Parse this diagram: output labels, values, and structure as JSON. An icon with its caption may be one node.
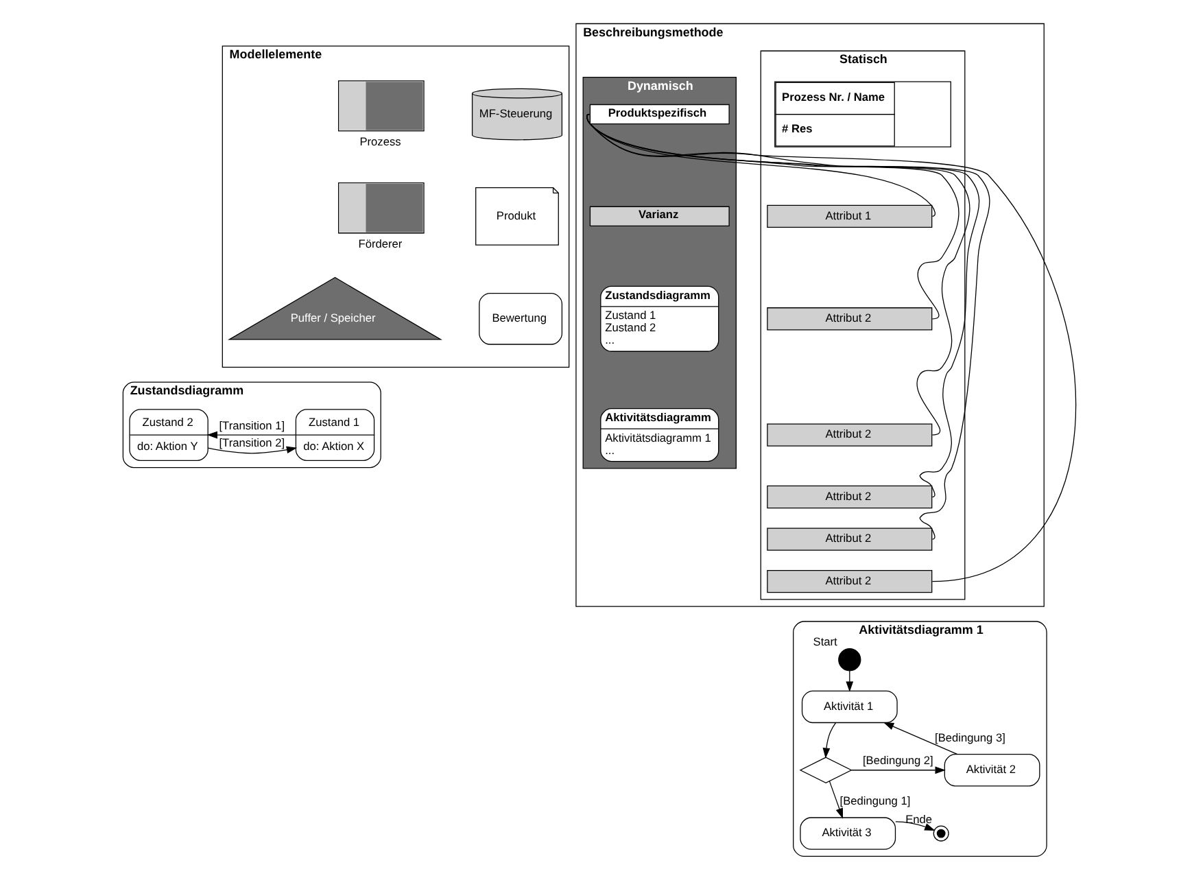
{
  "diagram": {
    "nodes": [
      {
        "text": [
          "Modellelemente"
        ]
      },
      {
        "text": [
          "Prozess"
        ],
        "in": 0
      },
      {
        "text": [
          "MF-Steuerung"
        ],
        "in": 0
      },
      {
        "text": [
          "Förderer"
        ],
        "in": 0
      },
      {
        "text": [
          "Produkt"
        ],
        "in": 0
      },
      {
        "text": [
          "Puffer / Speicher"
        ],
        "in": 0
      },
      {
        "text": [
          "Bewertung"
        ],
        "in": 0
      },
      {
        "text": [
          "Beschreibungsmethode"
        ]
      },
      {
        "text": [
          "Statisch"
        ],
        "in": 7
      },
      {
        "text": [
          "Prozess Nr. / Name",
          "# Res"
        ],
        "in": 8
      },
      {
        "text": [
          "Attribut 1"
        ],
        "in": 8
      },
      {
        "text": [
          "Attribut 2"
        ],
        "in": 8
      },
      {
        "text": [
          "Attribut 2"
        ],
        "in": 8
      },
      {
        "text": [
          "Attribut 2"
        ],
        "in": 8
      },
      {
        "text": [
          "Attribut 2"
        ],
        "in": 8
      },
      {
        "text": [
          "Attribut 2"
        ],
        "in": 8
      },
      {
        "text": [
          "Dynamisch"
        ],
        "in": 7
      },
      {
        "text": [
          "Produktspezifisch"
        ],
        "in": 16
      },
      {
        "text": [
          "Varianz"
        ],
        "in": 16
      },
      {
        "text": [
          "Zustandsdiagramm",
          "Zustand 1",
          "Zustand 2",
          "..."
        ],
        "in": 16
      },
      {
        "text": [
          "Aktivitätsdiagramm",
          "Aktivitätsdiagramm 1",
          "..."
        ],
        "in": 16
      },
      {
        "text": [
          "Zustandsdiagramm"
        ]
      },
      {
        "text": [
          "Zustand 1",
          "do: Aktion X"
        ],
        "in": 21
      },
      {
        "text": [
          "Zustand 2",
          "do: Aktion Y"
        ],
        "in": 21
      },
      {
        "text": [
          "Aktivitätsdiagramm 1"
        ]
      },
      {
        "text": [],
        "shape": "circle",
        "beside": [
          "Start"
        ],
        "in": 24
      },
      {
        "text": [
          "Aktivität 1"
        ],
        "in": 24
      },
      {
        "text": [],
        "shape": "diamond",
        "in": 24
      },
      {
        "text": [
          "Aktivität 2"
        ],
        "in": 24
      },
      {
        "text": [
          "Aktivität 3"
        ],
        "in": 24
      },
      {
        "text": [],
        "shape": "circle",
        "beside": [
          "Ende"
        ],
        "in": 24
      }
    ],
    "edges": [
      {
        "from": 10,
        "to": 17,
        "arrow": "none"
      },
      {
        "from": 11,
        "to": 17,
        "arrow": "none"
      },
      {
        "from": 12,
        "to": 17,
        "arrow": "none"
      },
      {
        "from": 13,
        "to": 17,
        "arrow": "none"
      },
      {
        "from": 14,
        "to": 17,
        "arrow": "none"
      },
      {
        "from": 15,
        "to": 17,
        "arrow": "none"
      },
      {
        "from": 22,
        "to": 23,
        "arrow": "to",
        "label": "[Transition 1]"
      },
      {
        "from": 23,
        "to": 22,
        "arrow": "to",
        "label": "[Transition 2]"
      },
      {
        "from": 25,
        "to": 26,
        "arrow": "to"
      },
      {
        "from": 26,
        "to": 27,
        "arrow": "to"
      },
      {
        "from": 27,
        "to": 28,
        "arrow": "to",
        "label": "[Bedingung 2]"
      },
      {
        "from": 27,
        "to": 29,
        "arrow": "to",
        "label": "[Bedingung 1]"
      },
      {
        "from": 28,
        "to": 26,
        "arrow": "to",
        "label": "[Bedingung 3]"
      },
      {
        "from": 29,
        "to": 30,
        "arrow": "to"
      }
    ]
  }
}
